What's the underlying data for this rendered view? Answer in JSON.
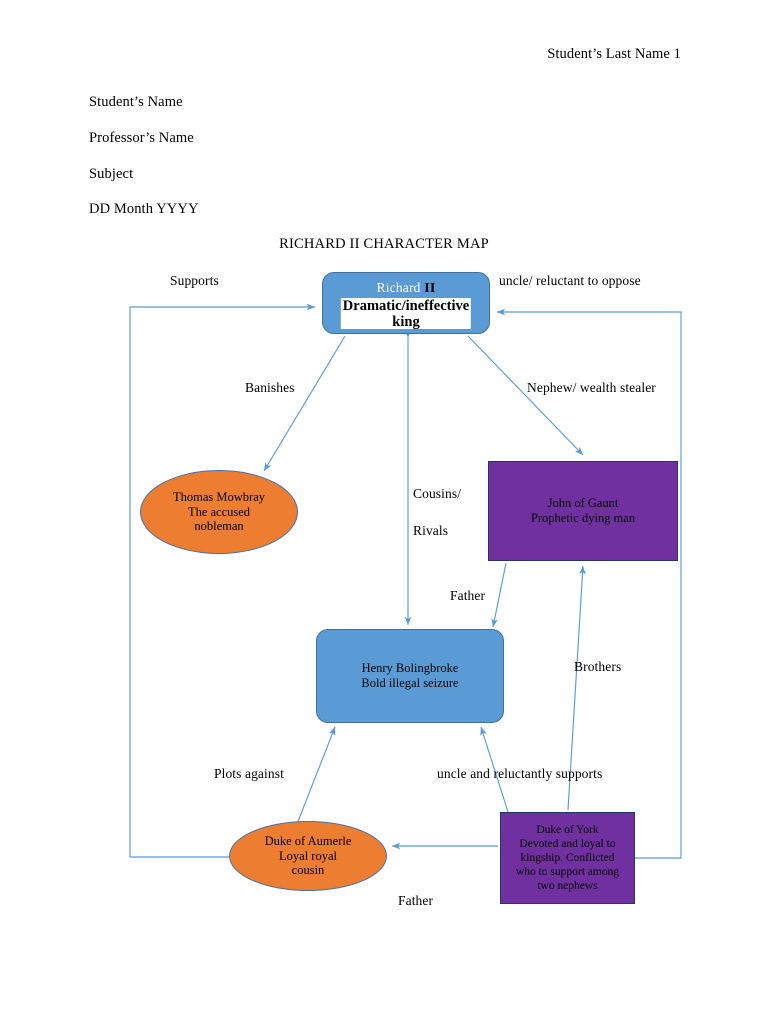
{
  "document": {
    "running_head": "Student’s Last Name 1",
    "heading": [
      "Student’s Name",
      "Professor’s Name",
      "Subject",
      "DD Month YYYY"
    ],
    "title": "RICHARD II CHARACTER MAP"
  },
  "colors": {
    "blue_fill": "#5B9BD5",
    "blue_border": "#41719C",
    "orange_fill": "#ED7D31",
    "orange_border": "#4472A8",
    "purple_fill": "#7030A0",
    "purple_border": "#1F3864",
    "connector": "#5B9BD5",
    "text": "#000000",
    "white_text": "#FFFFFF"
  },
  "diagram": {
    "type": "character-map",
    "nodes": [
      {
        "id": "richard",
        "shape": "rounded-rect",
        "fill": "#5B9BD5",
        "name_white": "Richard ",
        "name_bold": "II",
        "overlay_line1": "Dramatic/ineffective",
        "overlay_line2": "king"
      },
      {
        "id": "mowbray",
        "shape": "ellipse",
        "fill": "#ED7D31",
        "lines": [
          "Thomas Mowbray",
          "The accused",
          "nobleman"
        ]
      },
      {
        "id": "gaunt",
        "shape": "rect",
        "fill": "#7030A0",
        "lines": [
          "John of Gaunt",
          "Prophetic dying man"
        ]
      },
      {
        "id": "henry",
        "shape": "rounded-rect",
        "fill": "#5B9BD5",
        "lines": [
          "Henry Bolingbroke",
          "Bold illegal seizure"
        ]
      },
      {
        "id": "aumerle",
        "shape": "ellipse",
        "fill": "#ED7D31",
        "lines": [
          "Duke of Aumerle",
          "Loyal royal",
          "cousin"
        ]
      },
      {
        "id": "york",
        "shape": "rect",
        "fill": "#7030A0",
        "lines": [
          "Duke of York",
          "Devoted and loyal to",
          "kingship. Conflicted",
          "who to support among",
          "two nephews"
        ]
      }
    ],
    "edges": [
      {
        "id": "supports",
        "label": "Supports",
        "from": "aumerle",
        "to": "richard"
      },
      {
        "id": "uncle-oppose",
        "label": "uncle/ reluctant to oppose",
        "from": "york",
        "to": "richard"
      },
      {
        "id": "banishes",
        "label": "Banishes",
        "from": "richard",
        "to": "mowbray"
      },
      {
        "id": "nephew",
        "label": "Nephew/ wealth stealer",
        "from": "richard",
        "to": "gaunt"
      },
      {
        "id": "cousins",
        "label": "Cousins/",
        "from": "henry",
        "to": "richard"
      },
      {
        "id": "rivals",
        "label": "Rivals",
        "from": "henry",
        "to": "richard"
      },
      {
        "id": "father-1",
        "label": "Father",
        "from": "gaunt",
        "to": "henry"
      },
      {
        "id": "brothers",
        "label": "Brothers",
        "from": "york",
        "to": "gaunt"
      },
      {
        "id": "plots",
        "label": "Plots against",
        "from": "aumerle",
        "to": "henry"
      },
      {
        "id": "uncle-support",
        "label": "uncle and reluctantly supports",
        "from": "york",
        "to": "henry"
      },
      {
        "id": "father-2",
        "label": "Father",
        "from": "york",
        "to": "aumerle"
      }
    ]
  }
}
